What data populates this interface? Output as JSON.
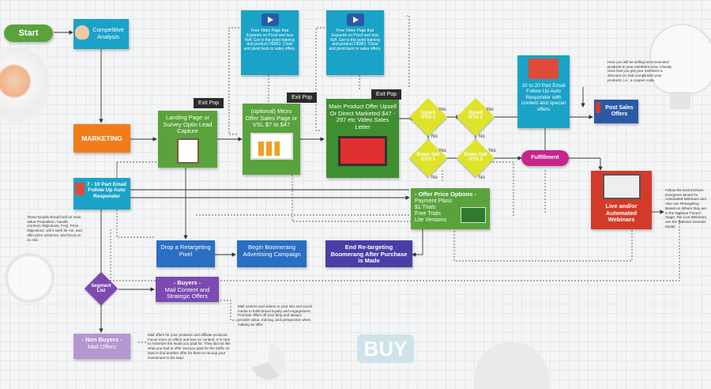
{
  "start": "Start",
  "competitive": "Competitive Analysis",
  "marketing": "MARKETING",
  "landing": "Landing Page or Survey Optin Lead Capture",
  "exitpop1": "Exit Pop",
  "exitpop2": "Exit Pop",
  "exitpop3": "Exit Pop",
  "video1": "Free Video Page that Expands on Proof and less fluff. Get to the point training and product DEMO. Close and pivot back to sales offers.",
  "video2": "Free Video Page that Expands on Proof and less fluff. Get to the point training and product DEMO. Close and pivot back to sales offers.",
  "micro": "(optional) Micro Offer Sales Page or VSL $7 to $47",
  "main_offer": "Main Product Offer Upsell Or Direct Marketed $47 - 297 etc Video Sales Letter",
  "upsell1": "Upsell OTO 1",
  "upsell2": "Upsell OTO 2",
  "downsell1": "Down-Sell OTO 1",
  "downsell2": "Down-Sell OTO 2",
  "yes": "Yes",
  "no": "No",
  "fulfillment": "Fulfillment",
  "email_followup": "10 to 20 Part Email Follow Up Auto Responder with content and special offers",
  "post_sales": "Post Sales Offers",
  "post_note": "Here you will be selling recommended products in your members area. Usually ones that you get your members a discount on, that compliment your products, i.e.; a coupon code.",
  "followup7": "7 - 10 Part Email Follow Up Auto Responder",
  "followup_note": "These Emails should sell on main Value Proposition, handle common Objections, FAQ, Price Objections, will it work for me, and offer price solutions, and focus on no risk.",
  "offer_price": {
    "title": "- Offer Price Options -",
    "lines": [
      "Payment Plans",
      "$1 Trials",
      "Free Trials",
      "Lite Versions"
    ]
  },
  "webinars": "Live and/or Automated Webinars",
  "webinar_note": "Follow the Event Driven Evergreen Model for Automated Webinars and Also use Retargeting Based on Where they are in the Webinar Funnel Stage. For Live Webinars, use the Webinar Genesis Model",
  "retarget_pixel": "Drop a Retargeting Pixel",
  "boomerang": "Begin Boomerang Advertising Campaign",
  "end_retarget": "End Re-targeting Boomerang After Purchase is Made",
  "segment": "Segment List",
  "buyers_title": "- Buyers -",
  "buyers_sub": "Mail Content and Strategic Offers",
  "buyers_note": "Mail content and videos to your site and social media to build brand loyalty and engagement. Promote offers off your blog and always provide value, training, and perspective when making an offer.",
  "nonbuyers_title": "- Non Buyers -",
  "nonbuyers_sub": "Mail Offers",
  "nonbuyers_note": "Mail offers for your products and affiliate products. Focus more on offers and less on content. It is time to monetize the leads you paid for. They did not like what you had to offer and you paid for the traffic so best to find another offer for them to recoup your investment in the lead.",
  "buy_word": "BUY",
  "colors": {
    "green": "#5aa33c",
    "teal": "#1aa3c7",
    "orange": "#f07d1a",
    "darkgreen": "#3f8f30",
    "yellow": "#dfe32a",
    "magenta": "#c4268c",
    "red": "#d43a2a",
    "blue": "#2a6fc2",
    "purple": "#7c4ab0",
    "lilac": "#b497d0"
  }
}
